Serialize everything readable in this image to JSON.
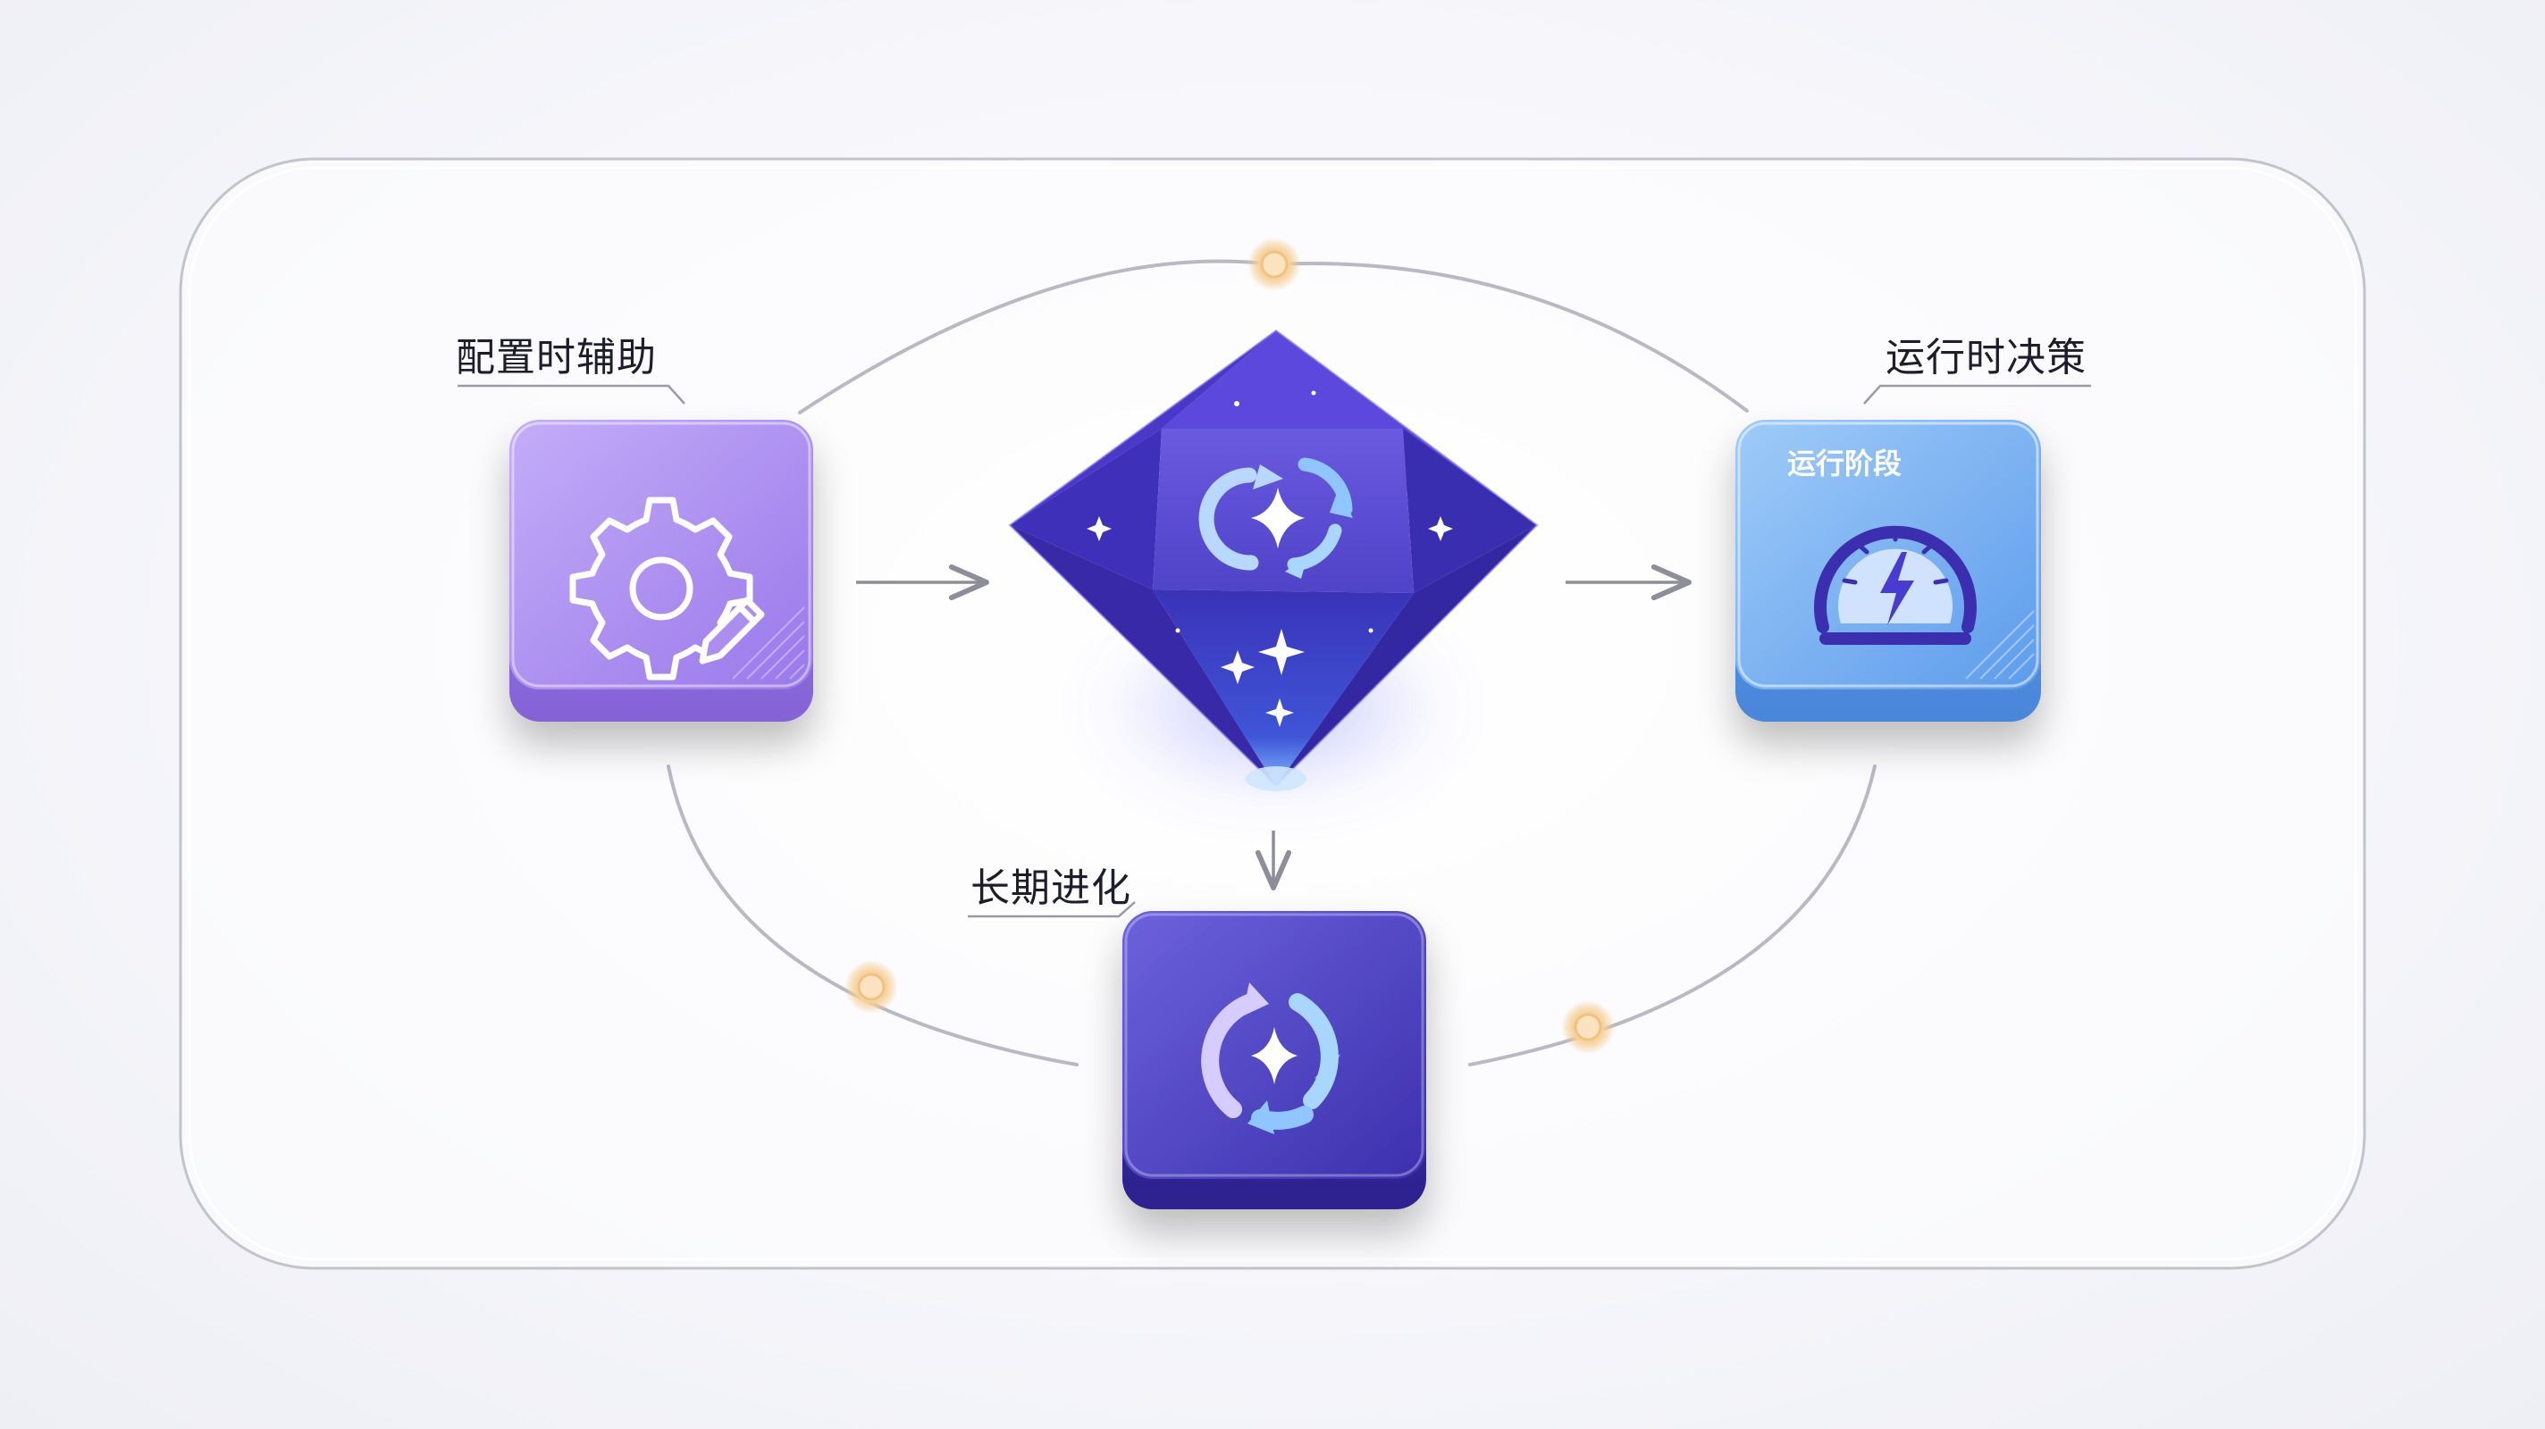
{
  "nodes": {
    "config": {
      "label": "配置时辅助"
    },
    "runtime": {
      "label": "运行时决策",
      "badge": "运行阶段"
    },
    "evolution": {
      "label": "长期进化"
    }
  },
  "colors": {
    "config_tile": "#a98af0",
    "runtime_tile": "#6aaaf0",
    "evolution_tile": "#4b3fc0",
    "core_gem": "#4a36c9",
    "connector": "#b9b9c4",
    "node_dot": "#f6c88a"
  },
  "icons": {
    "config": "gear-pencil-icon",
    "core": "sync-sparkle-icon",
    "runtime": "speedometer-icon",
    "evolution": "cycle-sparkle-icon"
  }
}
